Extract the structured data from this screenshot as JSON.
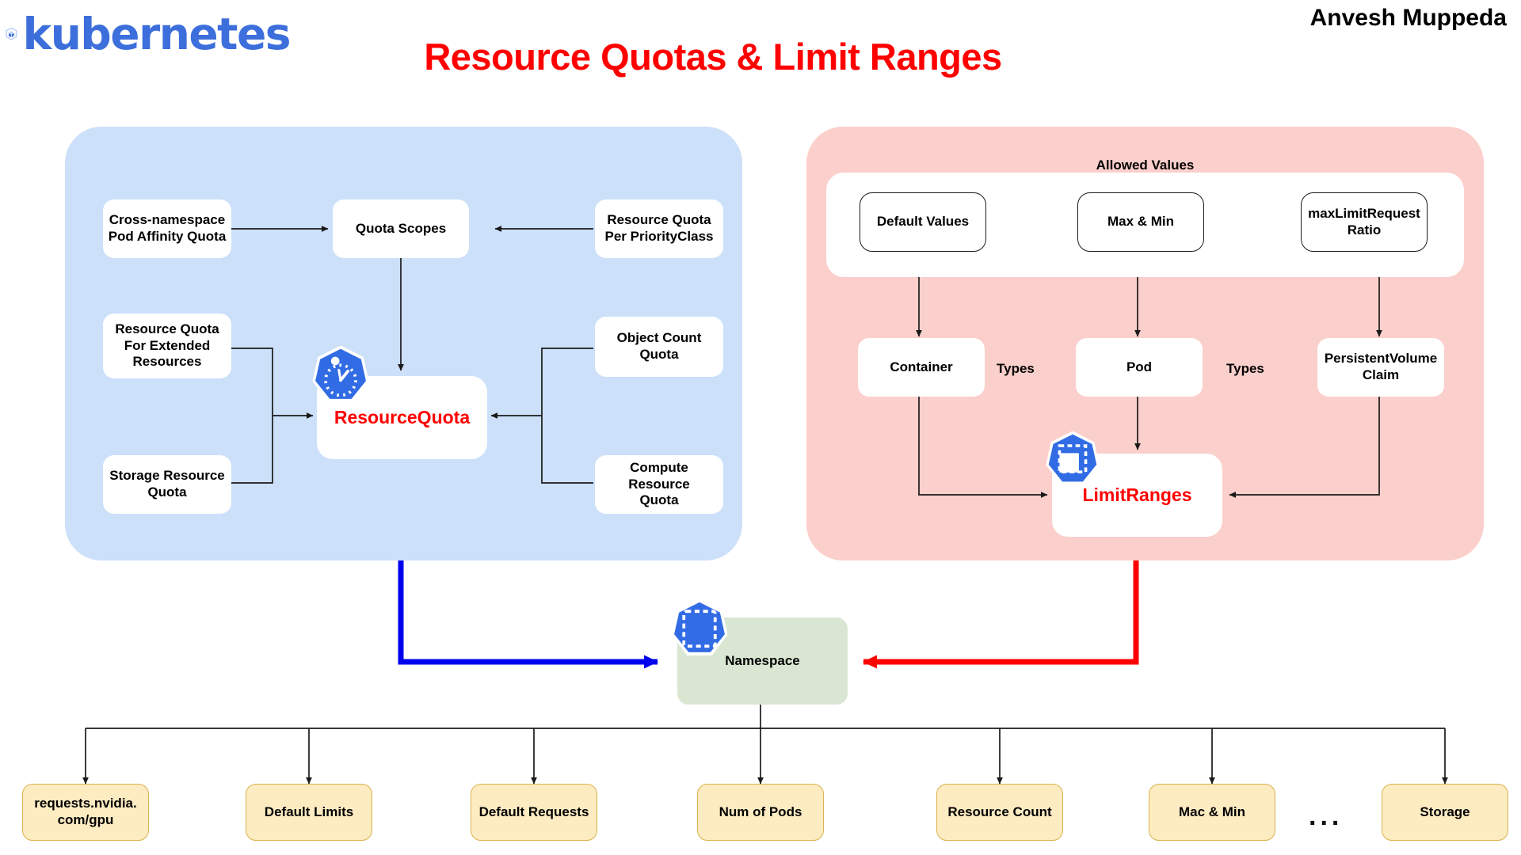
{
  "header": {
    "logo_text": "kubernetes",
    "logo_icon": "kubernetes-helm-logo",
    "title": "Resource Quotas & Limit Ranges",
    "author": "Anvesh Muppeda"
  },
  "colors": {
    "title_red": "#ff0000",
    "quota_panel_blue": "#cde0fa",
    "limits_panel_pink": "#fbcfcb",
    "namespace_green": "#d9e7d2",
    "leaf_yellow": "#fdebc2",
    "k8s_blue": "#326ce5",
    "blue_edge": "#0000ee",
    "red_edge": "#ff0000"
  },
  "quota_panel": {
    "center": {
      "label": "ResourceQuota",
      "icon": "k8s-resourcequota-gauge-icon"
    },
    "nodes": [
      {
        "id": "cross-namespace-pod-affinity-quota",
        "label": "Cross-namespace\nPod Affinity Quota"
      },
      {
        "id": "quota-scopes",
        "label": "Quota Scopes"
      },
      {
        "id": "resource-quota-per-priorityclass",
        "label": "Resource Quota\nPer PriorityClass"
      },
      {
        "id": "resource-quota-for-extended-resources",
        "label": "Resource Quota\nFor Extended\nResources"
      },
      {
        "id": "object-count-quota",
        "label": "Object Count\nQuota"
      },
      {
        "id": "storage-resource-quota",
        "label": "Storage Resource\nQuota"
      },
      {
        "id": "compute-resource-quota",
        "label": "Compute Resource\nQuota"
      }
    ]
  },
  "limits_panel": {
    "allowed_values_title": "Allowed Values",
    "allowed_values": [
      {
        "id": "default-values",
        "label": "Default Values"
      },
      {
        "id": "max-and-min",
        "label": "Max & Min"
      },
      {
        "id": "maxlimitrequestratio",
        "label": "maxLimitRequest\nRatio"
      }
    ],
    "types_label_1": "Types",
    "types_label_2": "Types",
    "types": [
      {
        "id": "container",
        "label": "Container"
      },
      {
        "id": "pod",
        "label": "Pod"
      },
      {
        "id": "persistentvolumeclaim",
        "label": "PersistentVolume\nClaim"
      }
    ],
    "center": {
      "label": "LimitRanges",
      "icon": "k8s-limitrange-dashed-box-icon"
    }
  },
  "namespace": {
    "label": "Namespace",
    "icon": "k8s-namespace-dashed-icon"
  },
  "leaf_nodes": [
    {
      "id": "requests-nvidia-com-gpu",
      "label": "requests.nvidia.\ncom/gpu"
    },
    {
      "id": "default-limits",
      "label": "Default Limits"
    },
    {
      "id": "default-requests",
      "label": "Default Requests"
    },
    {
      "id": "num-of-pods",
      "label": "Num of Pods"
    },
    {
      "id": "resource-count",
      "label": "Resource Count"
    },
    {
      "id": "mac-and-min",
      "label": "Mac & Min"
    },
    {
      "id": "storage",
      "label": "Storage"
    }
  ],
  "ellipsis": "...",
  "chart_data": {
    "type": "diagram",
    "title": "Resource Quotas & Limit Ranges",
    "nodes": [
      "ResourceQuota",
      "Quota Scopes",
      "Cross-namespace Pod Affinity Quota",
      "Resource Quota Per PriorityClass",
      "Resource Quota For Extended Resources",
      "Object Count Quota",
      "Storage Resource Quota",
      "Compute Resource Quota",
      "Default Values",
      "Max & Min",
      "maxLimitRequest Ratio",
      "Container",
      "Pod",
      "PersistentVolume Claim",
      "LimitRanges",
      "Namespace",
      "requests.nvidia.com/gpu",
      "Default Limits",
      "Default Requests",
      "Num of Pods",
      "Resource Count",
      "Mac & Min",
      "Storage"
    ],
    "edges": [
      [
        "Cross-namespace Pod Affinity Quota",
        "Quota Scopes"
      ],
      [
        "Resource Quota Per PriorityClass",
        "Quota Scopes"
      ],
      [
        "Quota Scopes",
        "ResourceQuota"
      ],
      [
        "Resource Quota For Extended Resources",
        "ResourceQuota"
      ],
      [
        "Storage Resource Quota",
        "ResourceQuota"
      ],
      [
        "Object Count Quota",
        "ResourceQuota"
      ],
      [
        "Compute Resource Quota",
        "ResourceQuota"
      ],
      [
        "Default Values",
        "Container"
      ],
      [
        "Max & Min",
        "Pod"
      ],
      [
        "maxLimitRequest Ratio",
        "PersistentVolume Claim"
      ],
      [
        "Container",
        "LimitRanges"
      ],
      [
        "Pod",
        "LimitRanges"
      ],
      [
        "PersistentVolume Claim",
        "LimitRanges"
      ],
      [
        "ResourceQuota",
        "Namespace"
      ],
      [
        "LimitRanges",
        "Namespace"
      ],
      [
        "Namespace",
        "requests.nvidia.com/gpu"
      ],
      [
        "Namespace",
        "Default Limits"
      ],
      [
        "Namespace",
        "Default Requests"
      ],
      [
        "Namespace",
        "Num of Pods"
      ],
      [
        "Namespace",
        "Resource Count"
      ],
      [
        "Namespace",
        "Mac & Min"
      ],
      [
        "Namespace",
        "Storage"
      ]
    ]
  }
}
